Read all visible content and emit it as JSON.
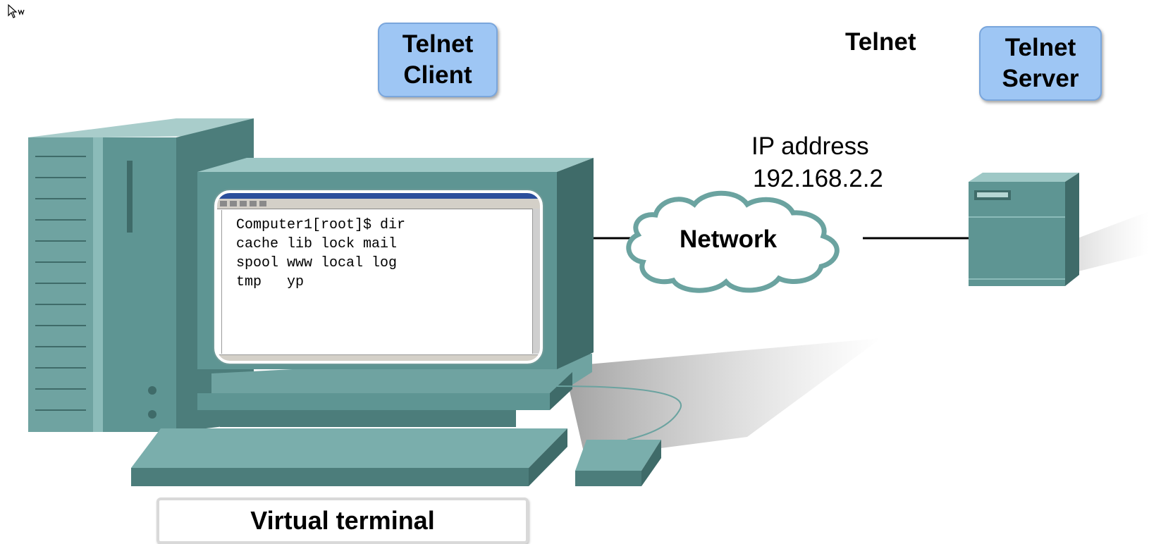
{
  "labels": {
    "telnet_client": [
      "Telnet",
      "Client"
    ],
    "telnet_server": [
      "Telnet",
      "Server"
    ],
    "telnet_protocol": "Telnet",
    "ip_address": [
      "IP address",
      "192.168.2.2"
    ],
    "network": "Network",
    "virtual_terminal": "Virtual terminal"
  },
  "terminal": {
    "lines": [
      "Computer1[root]$ dir",
      "cache lib lock mail",
      "spool www local log",
      "tmp   yp"
    ]
  },
  "icons": [
    "mouse-cursor-icon",
    "computer-tower-icon",
    "monitor-icon",
    "keyboard-icon",
    "mouse-icon",
    "network-cloud-icon",
    "server-icon"
  ],
  "colors": {
    "device_teal": "#5e9593",
    "label_blue": "#9ec6f4",
    "cloud_outline": "#6ba3a0"
  }
}
